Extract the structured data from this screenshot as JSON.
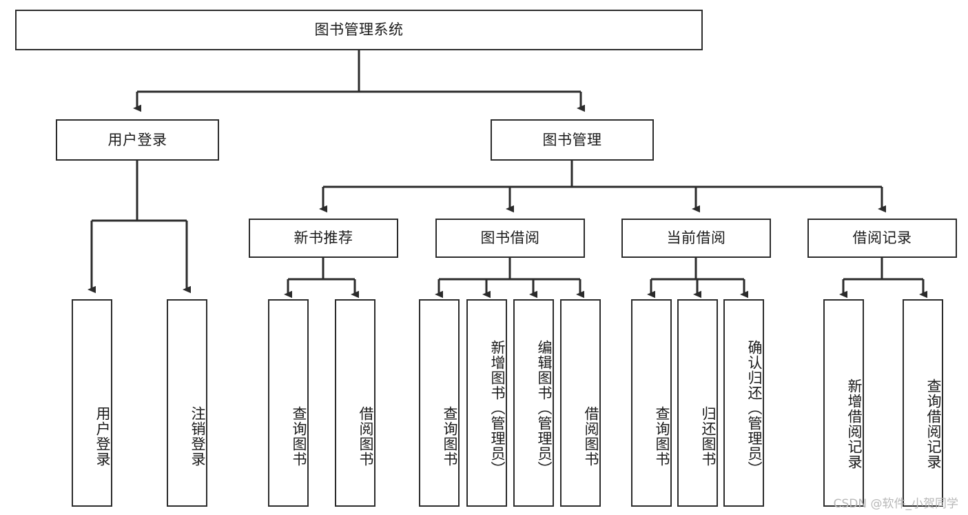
{
  "diagram": {
    "type": "tree",
    "title": "图书管理系统",
    "orientation": "top-down",
    "root": {
      "id": "root",
      "label": "图书管理系统"
    },
    "level2": [
      {
        "id": "user-login",
        "label": "用户登录"
      },
      {
        "id": "book-manage",
        "label": "图书管理"
      }
    ],
    "level3": [
      {
        "id": "new-book-rec",
        "label": "新书推荐",
        "parent": "book-manage"
      },
      {
        "id": "book-borrow",
        "label": "图书借阅",
        "parent": "book-manage"
      },
      {
        "id": "current-borrow",
        "label": "当前借阅",
        "parent": "book-manage"
      },
      {
        "id": "borrow-record",
        "label": "借阅记录",
        "parent": "book-manage"
      }
    ],
    "leaves": [
      {
        "id": "leaf-user-login",
        "label": "用户登录",
        "parent": "user-login"
      },
      {
        "id": "leaf-logout-login",
        "label": "注销登录",
        "parent": "user-login"
      },
      {
        "id": "leaf-query-book-1",
        "label": "查询图书",
        "parent": "new-book-rec"
      },
      {
        "id": "leaf-borrow-book-1",
        "label": "借阅图书",
        "parent": "new-book-rec"
      },
      {
        "id": "leaf-query-book-2",
        "label": "查询图书",
        "parent": "book-borrow"
      },
      {
        "id": "leaf-add-book",
        "label": "新增图书（管理员）",
        "parent": "book-borrow"
      },
      {
        "id": "leaf-edit-book",
        "label": "编辑图书（管理员）",
        "parent": "book-borrow"
      },
      {
        "id": "leaf-borrow-book-2",
        "label": "借阅图书",
        "parent": "book-borrow"
      },
      {
        "id": "leaf-query-book-3",
        "label": "查询图书",
        "parent": "current-borrow"
      },
      {
        "id": "leaf-return-book",
        "label": "归还图书",
        "parent": "current-borrow"
      },
      {
        "id": "leaf-confirm-return",
        "label": "确认归还（管理员）",
        "parent": "current-borrow"
      },
      {
        "id": "leaf-add-record",
        "label": "新增借阅记录",
        "parent": "borrow-record"
      },
      {
        "id": "leaf-query-record",
        "label": "查询借阅记录",
        "parent": "borrow-record"
      }
    ],
    "colors": {
      "stroke": "#2b2b2b",
      "fill": "#ffffff",
      "text": "#1a1a1a",
      "watermark": "#b8b8b8"
    }
  },
  "watermark": {
    "text": "CSDN @软件_小贺同学"
  }
}
